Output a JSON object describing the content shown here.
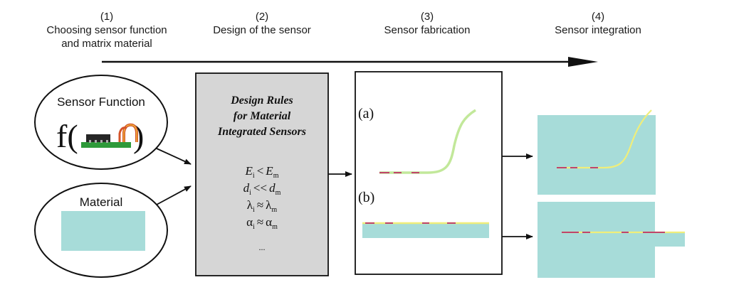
{
  "steps": [
    {
      "number": "(1)",
      "line1": "Choosing sensor function",
      "line2": "and matrix material"
    },
    {
      "number": "(2)",
      "line1": "Design of the sensor",
      "line2": ""
    },
    {
      "number": "(3)",
      "line1": "Sensor fabrication",
      "line2": ""
    },
    {
      "number": "(4)",
      "line1": "Sensor integration",
      "line2": ""
    }
  ],
  "sensor_function": {
    "title": "Sensor Function",
    "symbol": "f(",
    "close": ")"
  },
  "material": {
    "title": "Material"
  },
  "design_rules": {
    "title_lines": [
      "Design Rules",
      "for Material",
      "Integrated Sensors"
    ],
    "rules": [
      {
        "a": "E",
        "a_sub": "i",
        "op": "<",
        "b": "E",
        "b_sub": "m"
      },
      {
        "a": "d",
        "a_sub": "i",
        "op": "<<",
        "b": "d",
        "b_sub": "m"
      },
      {
        "a": "λ",
        "a_sub": "i",
        "op": "≈",
        "b": "λ",
        "b_sub": "m"
      },
      {
        "a": "α",
        "a_sub": "i",
        "op": "≈",
        "b": "α",
        "b_sub": "m"
      }
    ],
    "ellipsis": "..."
  },
  "fabrication": {
    "label_a": "(a)",
    "label_b": "(b)"
  },
  "colors": {
    "matrix": "#a7dcd9",
    "fiber": "#c2e89a",
    "fiber_yellow": "#f0ee7a",
    "grating": "#c0446a",
    "rules_box": "#d6d6d6",
    "pcb": "#2e9a3a",
    "chip": "#262626",
    "wire_outer": "#d4532a",
    "wire_inner": "#f3c23a"
  }
}
